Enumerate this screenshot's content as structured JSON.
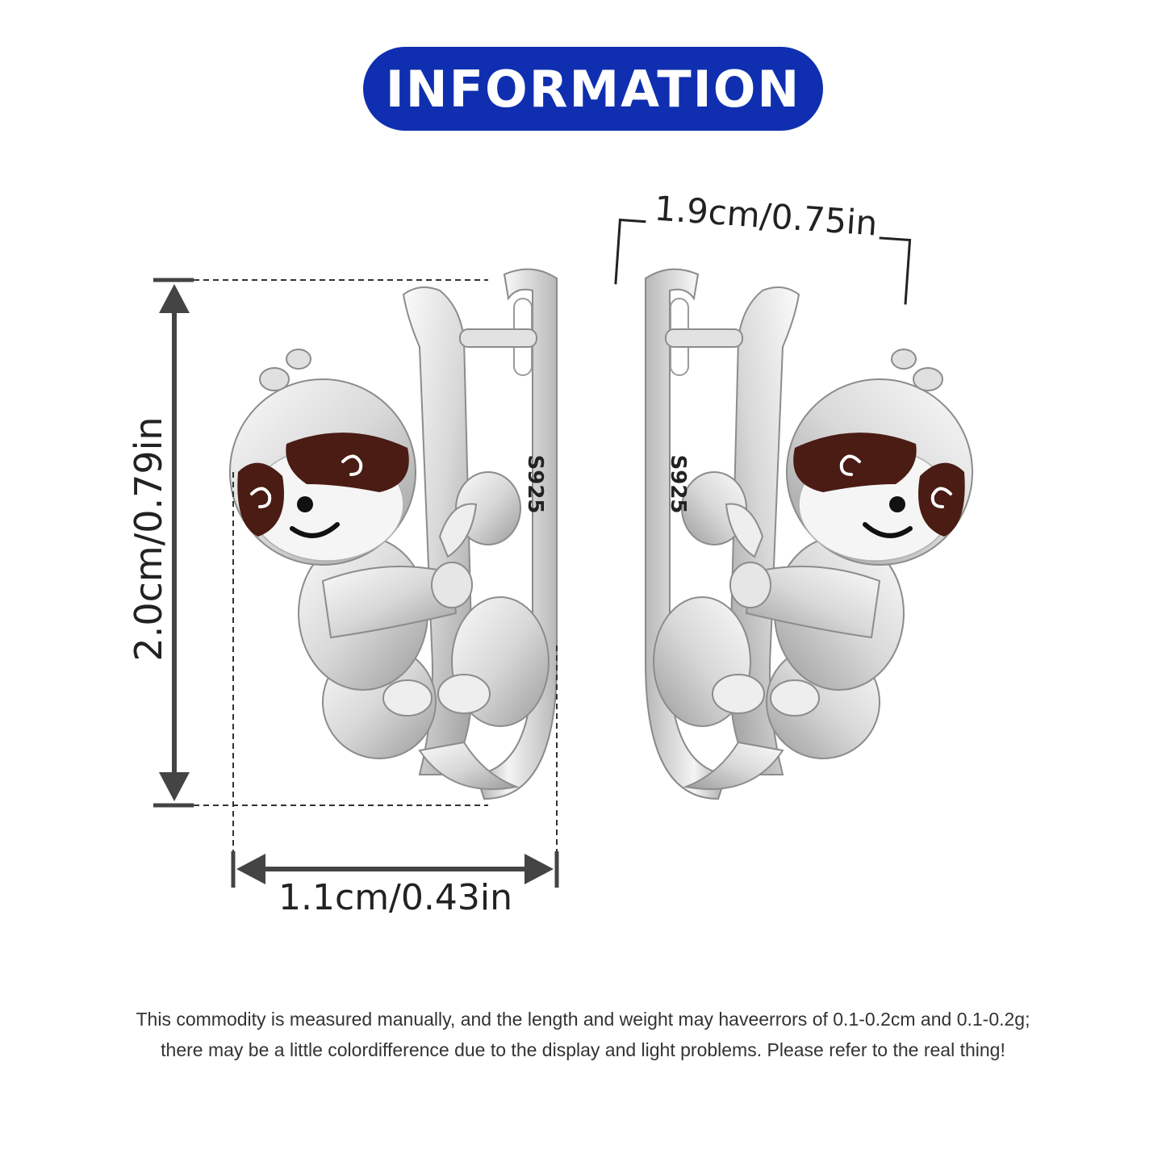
{
  "header": {
    "title": "INFORMATION"
  },
  "dimensions": {
    "height_label": "2.0cm/0.79in",
    "width_label": "1.1cm/0.43in",
    "pair_width_label": "1.9cm/0.75in"
  },
  "stamp": "S925",
  "colors": {
    "title_background": "#0f2fb0",
    "enamel_mask": "#4a1c14",
    "silver": "#d9d9d9",
    "dimension_line": "#444444"
  },
  "footer": {
    "line1": "This commodity is measured manually, and the length and weight may haveerrors of 0.1-0.2cm and 0.1-0.2g;",
    "line2": "there may be a little colordifference due to the display and light problems. Please refer to the real thing!"
  }
}
